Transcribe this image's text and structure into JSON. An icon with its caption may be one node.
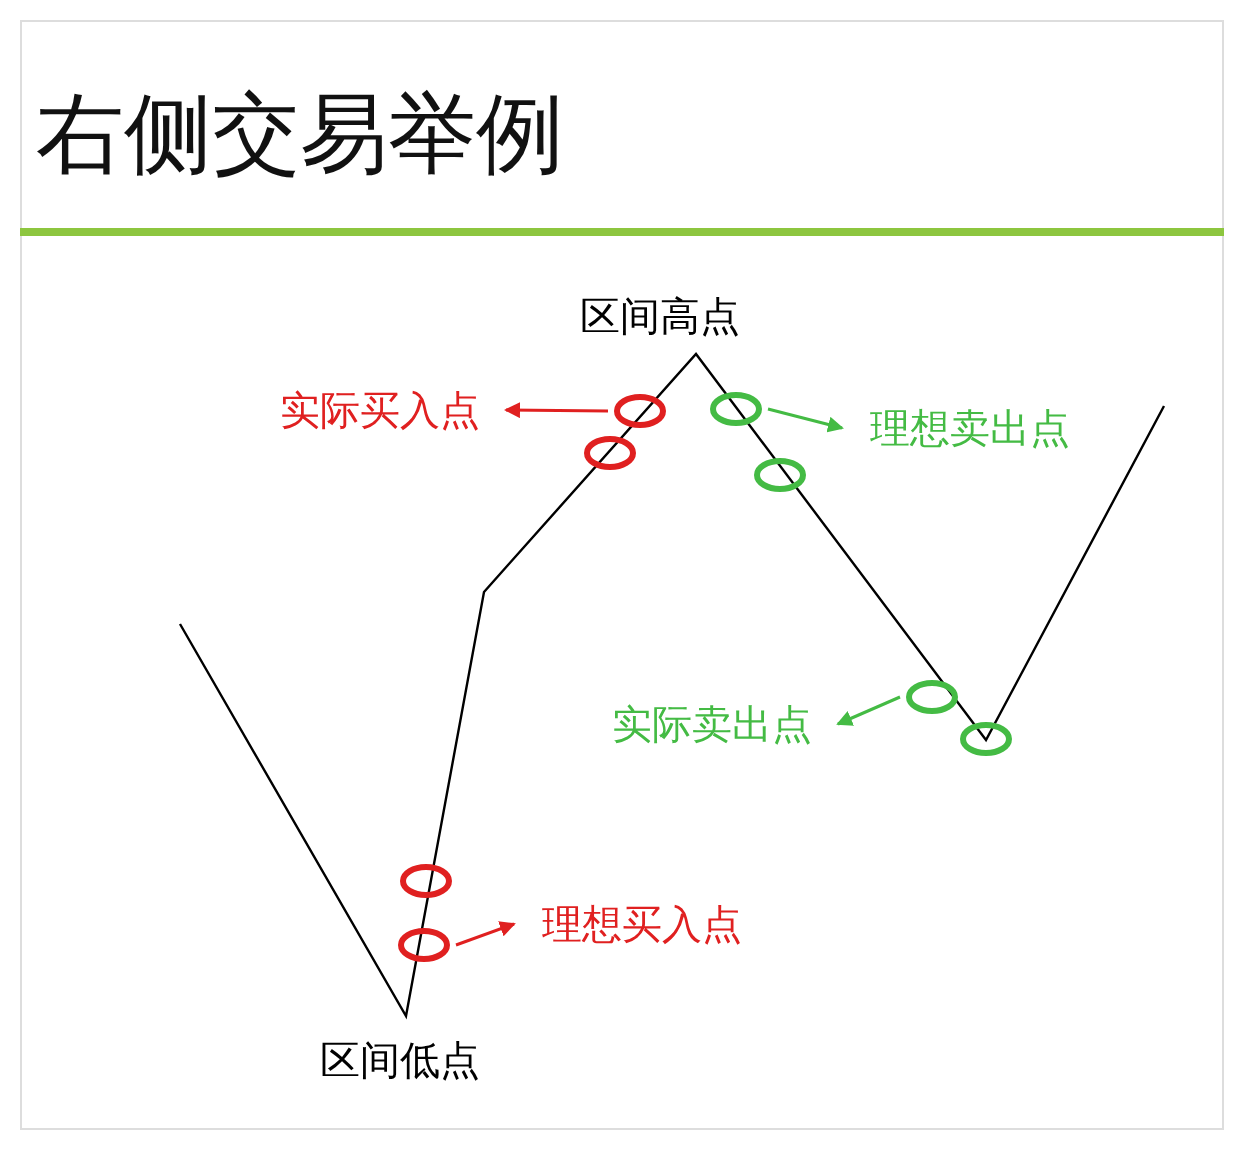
{
  "diagram": {
    "title": "右侧交易举例",
    "nodes": [
      {
        "text": [
          "区间高点"
        ]
      },
      {
        "text": [
          "实际买入点"
        ]
      },
      {
        "text": [],
        "shape": "circle"
      },
      {
        "text": [],
        "shape": "circle"
      },
      {
        "text": [
          "理想卖出点"
        ]
      },
      {
        "text": [],
        "shape": "circle"
      },
      {
        "text": [],
        "shape": "circle"
      },
      {
        "text": [],
        "shape": "circle"
      },
      {
        "text": [
          "实际卖出点"
        ]
      },
      {
        "text": [],
        "shape": "circle"
      },
      {
        "text": [],
        "shape": "circle"
      },
      {
        "text": [
          "理想买入点"
        ]
      },
      {
        "text": [],
        "shape": "circle"
      },
      {
        "text": [
          "区间低点"
        ]
      }
    ],
    "edges": [
      {
        "from": 2,
        "to": 1,
        "arrow": "to",
        "color": "#e02020"
      },
      {
        "from": 3,
        "to": 4,
        "arrow": "to",
        "color": "#44bb44"
      },
      {
        "from": 7,
        "to": 8,
        "arrow": "to",
        "color": "#44bb44"
      },
      {
        "from": 12,
        "to": 11,
        "arrow": "to",
        "color": "#e02020"
      }
    ]
  }
}
